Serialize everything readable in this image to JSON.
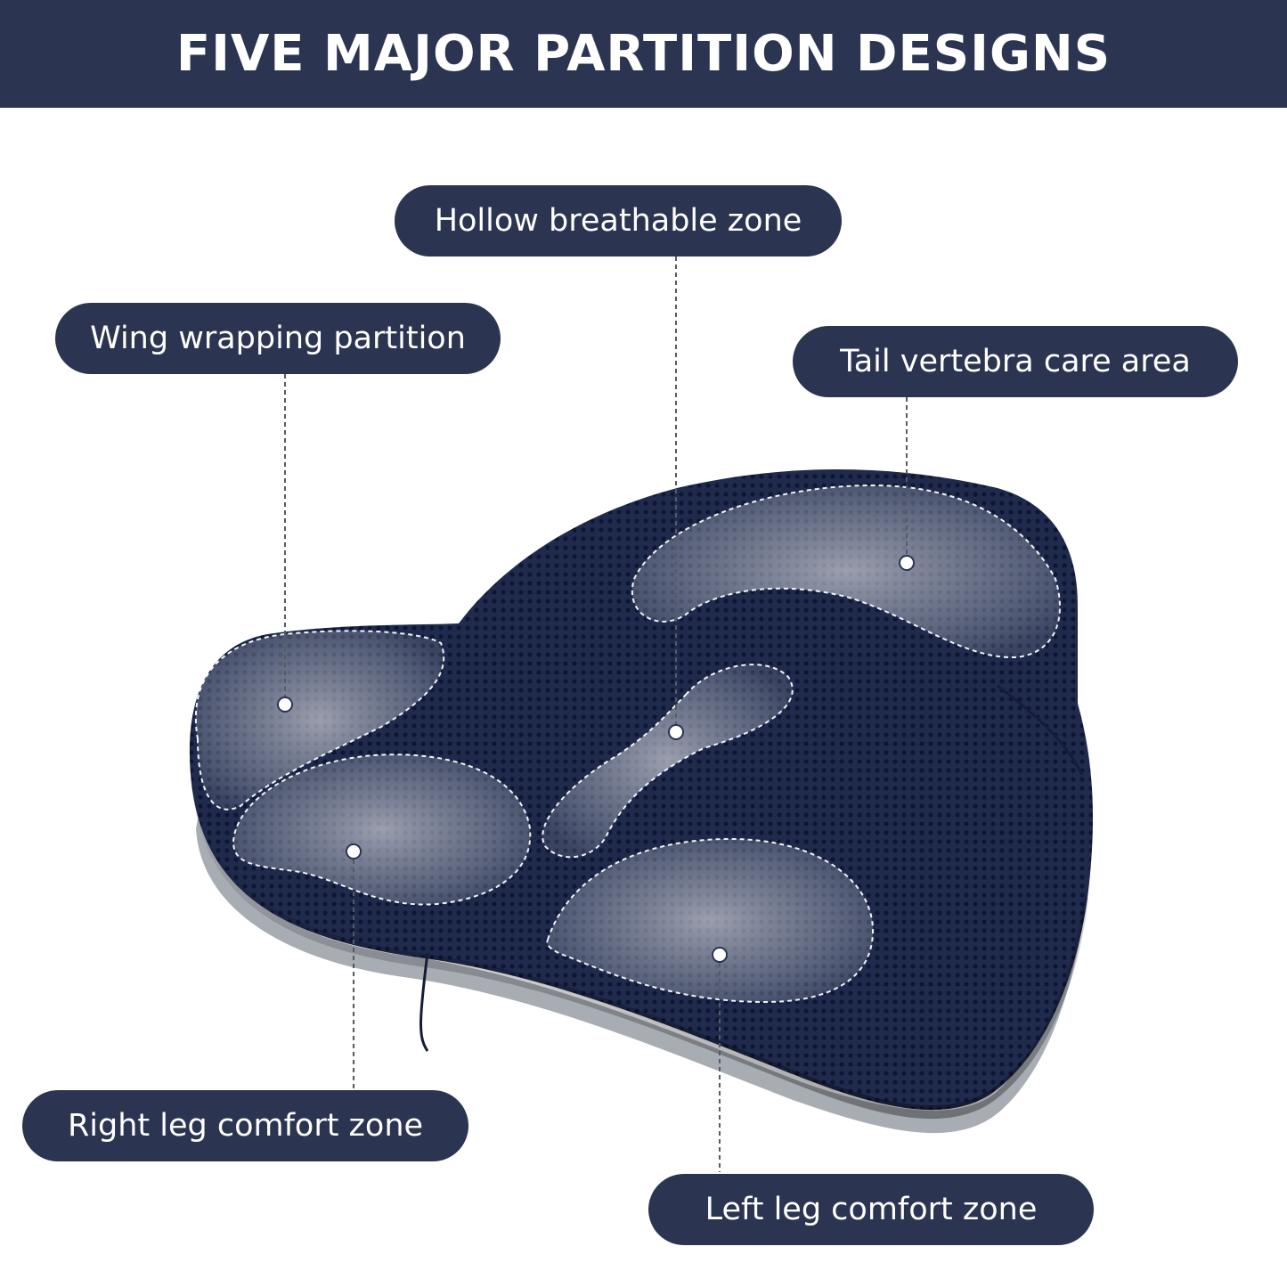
{
  "title": "FIVE MAJOR PARTITION DESIGNS",
  "colors": {
    "navy": "#2b3450",
    "cushion": "#1f2a4d",
    "edge": "#a8acb3"
  },
  "labels": {
    "hollow": "Hollow breathable zone",
    "wing": "Wing wrapping partition",
    "tail": "Tail vertebra care area",
    "right_leg": "Right leg comfort zone",
    "left_leg": "Left leg comfort zone"
  }
}
